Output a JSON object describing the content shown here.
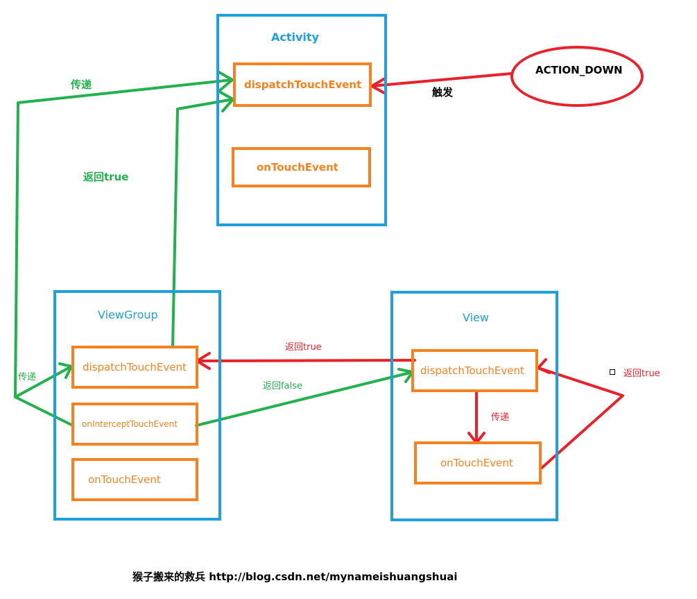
{
  "activity": {
    "title": "Activity",
    "dispatch": "dispatchTouchEvent",
    "ontouch": "onTouchEvent"
  },
  "viewgroup": {
    "title": "ViewGroup",
    "dispatch": "dispatchTouchEvent",
    "intercept": "onInterceptTouchEvent",
    "ontouch": "onTouchEvent"
  },
  "view": {
    "title": "View",
    "dispatch": "dispatchTouchEvent",
    "ontouch": "onTouchEvent"
  },
  "trigger": {
    "event": "ACTION_DOWN",
    "label": "触发"
  },
  "labels": {
    "pass_top": "传递",
    "return_true_left": "返回true",
    "pass_left": "传递",
    "return_true_mid": "返回true",
    "return_false_mid": "返回false",
    "pass_view": "传递",
    "return_true_right": "返回true"
  },
  "footer": "猴子搬来的救兵 http://blog.csdn.net/mynameishuangshuai",
  "colors": {
    "container": "#1ea0dd",
    "method": "#f5821f",
    "green": "#22b14c",
    "red": "#e8222b"
  }
}
